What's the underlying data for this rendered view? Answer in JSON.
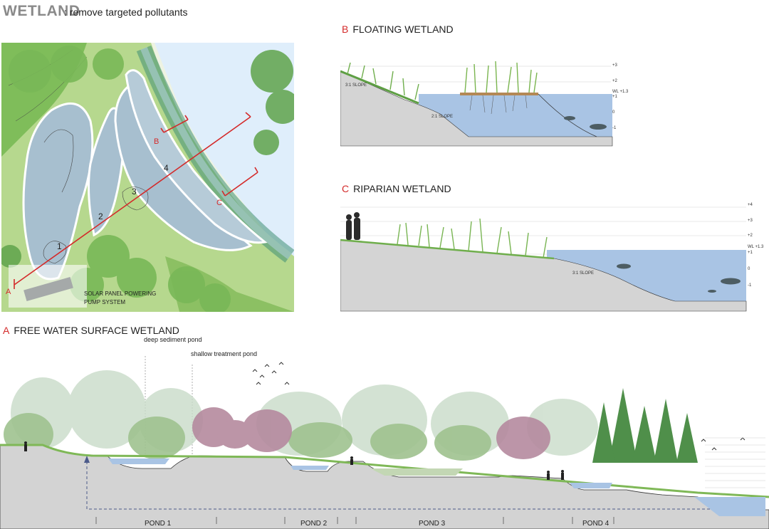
{
  "header": {
    "title": "WETLAND",
    "subtitle": ": remove targeted pollutants"
  },
  "plan": {
    "marker_a": "A",
    "marker_b": "B",
    "marker_c": "C",
    "ponds": [
      "1",
      "2",
      "3",
      "4"
    ],
    "solar_label_line1": "SOLAR PANEL POWERING",
    "solar_label_line2": "PUMP SYSTEM"
  },
  "section_b": {
    "letter": "B",
    "title": "FLOATING WETLAND",
    "slope_top": "3:1 SLOPE",
    "slope_mid": "2:1 SLOPE",
    "levels": [
      "+3",
      "+2",
      "WL +1.3",
      "+1",
      "0",
      "-1"
    ]
  },
  "section_c": {
    "letter": "C",
    "title": "RIPARIAN WETLAND",
    "slope": "3:1 SLOPE",
    "levels": [
      "+4",
      "+3",
      "+2",
      "WL +1.3",
      "+1",
      "0",
      "-1"
    ]
  },
  "section_a": {
    "letter": "A",
    "title": "FREE WATER SURFACE WETLAND",
    "callout_deep": "deep sediment pond",
    "callout_shallow": "shallow treatment pond",
    "ponds": [
      "POND 1",
      "POND 2",
      "POND 3",
      "POND 4"
    ]
  },
  "colors": {
    "accent_red": "#d42a2a",
    "water": "#a9c4e4",
    "ground": "#d4d4d4",
    "vegetation": "#8cc063"
  }
}
